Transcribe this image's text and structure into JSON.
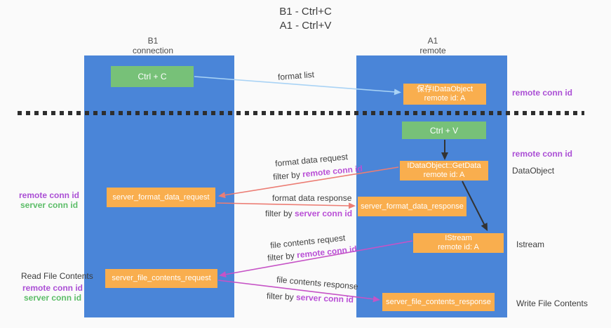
{
  "title": {
    "line1": "B1 - Ctrl+C",
    "line2": "A1 - Ctrl+V"
  },
  "columns": {
    "left": {
      "title": "B1",
      "subtitle": "connection"
    },
    "right": {
      "title": "A1",
      "subtitle": "remote"
    }
  },
  "nodes": {
    "ctrl_c": "Ctrl + C",
    "ctrl_v": "Ctrl + V",
    "store_dataobject": {
      "line1": "保存IDataObject",
      "line2": "remote id: A"
    },
    "getdata": {
      "line1": "IDataObject::GetData",
      "line2": "remote id: A"
    },
    "istream": {
      "line1": "IStream",
      "line2": "remote id: A"
    },
    "server_format_data_request": "server_format_data_request",
    "server_format_data_response": "server_format_data_response",
    "server_file_contents_request": "server_file_contents_request",
    "server_file_contents_response": "server_file_contents_response"
  },
  "annotations": {
    "right_remote_conn_id_top": "remote conn id",
    "right_remote_conn_id_mid": "remote conn id",
    "dataobject": "DataObject",
    "istream": "Istream",
    "write_file_contents": "Write File Contents",
    "left_remote_conn_id_mid": "remote conn id",
    "left_server_conn_id_mid": "server conn id",
    "read_file_contents": "Read File Contents",
    "left_remote_conn_id_bottom": "remote conn id",
    "left_server_conn_id_bottom": "server conn id"
  },
  "flow_labels": {
    "format_list": "format list",
    "format_data_request": "format data request",
    "filter_by_remote_1": {
      "prefix": "filter by ",
      "highlight": "remote conn id"
    },
    "format_data_response": "format data response",
    "filter_by_server_1": {
      "prefix": "filter by ",
      "highlight": "server conn id"
    },
    "file_contents_request": "file contents request",
    "filter_by_remote_2": {
      "prefix": "filter by ",
      "highlight": "remote conn id"
    },
    "file_contents_response": "file contents response",
    "filter_by_server_2": {
      "prefix": "filter by ",
      "highlight": "server conn id"
    }
  },
  "colors": {
    "background": "#fafafa",
    "column_blue": "#4a85d8",
    "node_orange": "#f9ae4e",
    "node_green": "#77c178",
    "arrow_light_blue": "#a9d3f5",
    "arrow_black": "#333333",
    "arrow_salmon": "#ec7d74",
    "arrow_magenta": "#c653c6",
    "text_purple": "#ab4fd5",
    "text_green": "#5cbd68",
    "dashed_line": "#2e2e2e"
  }
}
